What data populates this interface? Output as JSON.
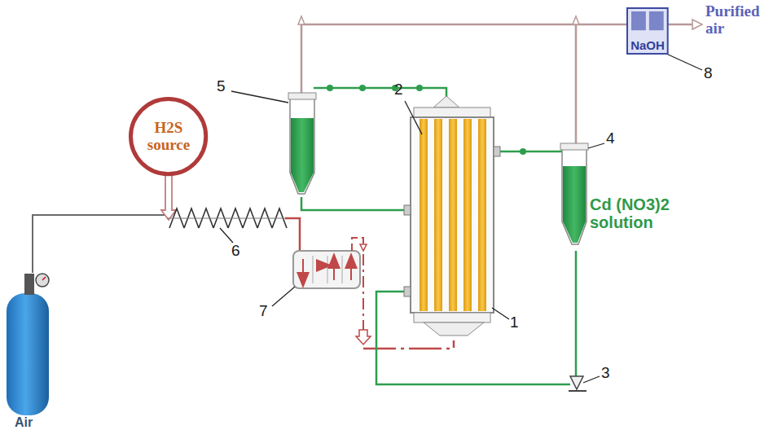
{
  "diagram": {
    "nodes": [
      {
        "text": [
          "H2S source"
        ]
      },
      {
        "text": [
          "NaOH"
        ]
      }
    ],
    "labels": [
      "1",
      "2",
      "3",
      "4",
      "5",
      "6",
      "7",
      "8",
      "Cd (NO3)2 solution",
      "Purified air",
      "Air"
    ]
  }
}
